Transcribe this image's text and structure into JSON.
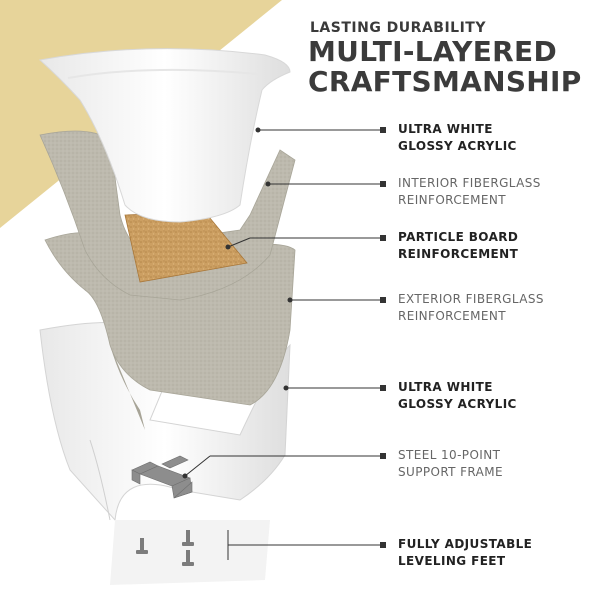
{
  "header": {
    "kicker": "LASTING DURABILITY",
    "title_line1": "MULTI-LAYERED",
    "title_line2": "CRAFTSMANSHIP"
  },
  "layers": [
    {
      "line1": "ULTRA WHITE",
      "line2": "GLOSSY ACRYLIC",
      "style": "bold"
    },
    {
      "line1": "INTERIOR FIBERGLASS",
      "line2": "REINFORCEMENT",
      "style": "light"
    },
    {
      "line1": "PARTICLE BOARD",
      "line2": "REINFORCEMENT",
      "style": "bold"
    },
    {
      "line1": "EXTERIOR FIBERGLASS",
      "line2": "REINFORCEMENT",
      "style": "light"
    },
    {
      "line1": "ULTRA WHITE",
      "line2": "GLOSSY ACRYLIC",
      "style": "bold"
    },
    {
      "line1": "STEEL 10-POINT",
      "line2": "SUPPORT FRAME",
      "style": "light"
    },
    {
      "line1": "FULLY ADJUSTABLE",
      "line2": "LEVELING FEET",
      "style": "bold"
    }
  ],
  "colors": {
    "accent_triangle": "#e7d49a",
    "fiberglass": "#bdbaae",
    "acrylic": "#f7f7f7",
    "particle_board": "#c89a5c",
    "steel": "#8d8d8d",
    "text_dark": "#3b3b3b",
    "text_light": "#666666"
  }
}
